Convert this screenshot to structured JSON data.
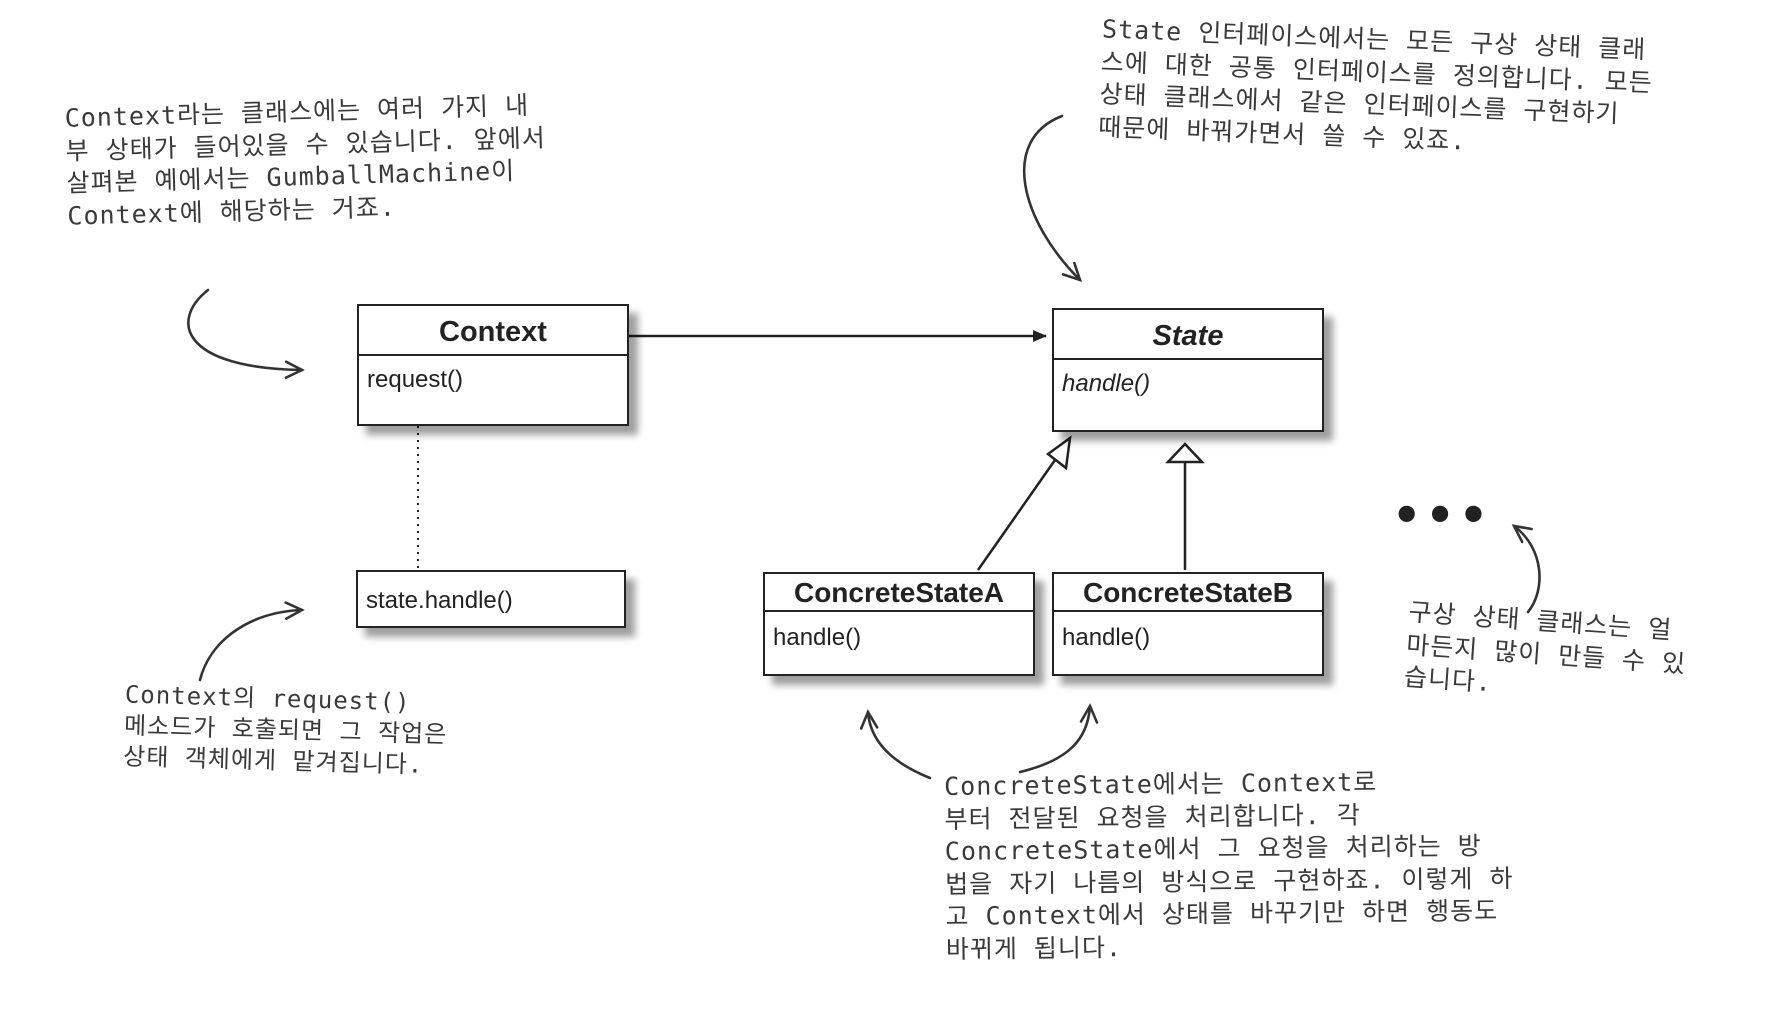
{
  "notes": {
    "context": [
      "Context라는 클래스에는 여러 가지 내",
      "부 상태가 들어있을 수 있습니다. 앞에서",
      "살펴본 예에서는 GumballMachine이",
      "Context에 해당하는 거죠."
    ],
    "state": [
      "State 인터페이스에서는 모든 구상 상태 클래",
      "스에 대한 공통 인터페이스를 정의합니다. 모든",
      "상태 클래스에서 같은 인터페이스를 구현하기",
      "때문에 바꿔가면서 쓸 수 있죠."
    ],
    "request": [
      "Context의 request()",
      "메소드가 호출되면 그 작업은",
      "상태 객체에게 맡겨집니다."
    ],
    "concrete": [
      "ConcreteState에서는 Context로",
      "부터 전달된 요청을 처리합니다. 각",
      "ConcreteState에서 그 요청을 처리하는 방",
      "법을 자기 나름의 방식으로 구현하죠. 이렇게 하",
      "고 Context에서 상태를 바꾸기만 하면 행동도",
      "바뀌게 됩니다."
    ],
    "many": [
      "구상 상태 클래스는 얼",
      "마든지 많이 만들 수 있",
      "습니다."
    ]
  },
  "classes": {
    "context": {
      "name": "Context",
      "operation": "request()"
    },
    "state": {
      "name": "State",
      "operation": "handle()"
    },
    "concrete_a": {
      "name": "ConcreteStateA",
      "operation": "handle()"
    },
    "concrete_b": {
      "name": "ConcreteStateB",
      "operation": "handle()"
    }
  },
  "code_note": "state.handle()",
  "ellipsis": "•••"
}
